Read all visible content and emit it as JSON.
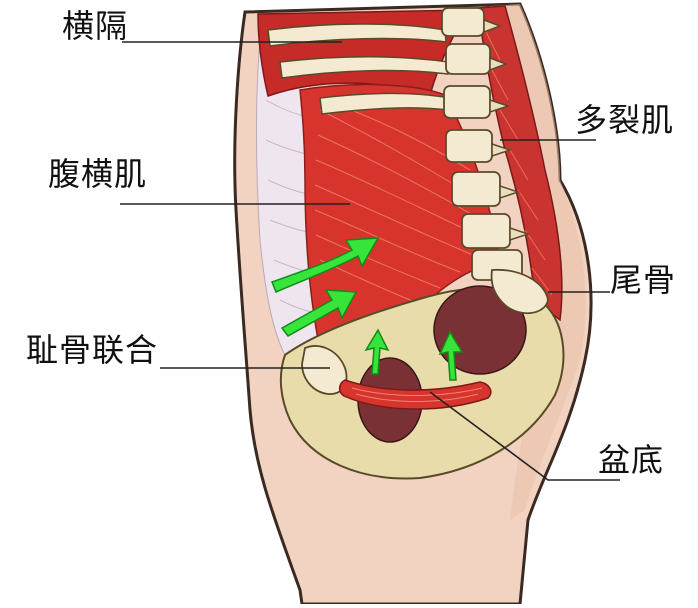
{
  "labels": {
    "diaphragm": "横隔",
    "transversus_abdominis": "腹横肌",
    "multifidus": "多裂肌",
    "coccyx": "尾骨",
    "pubic_symphysis": "耻骨联合",
    "pelvic_floor": "盆底"
  },
  "icons": {
    "arrow": "arrow-icon"
  },
  "colors": {
    "skin": "#f2d3c1",
    "skin_outline": "#3a2a22",
    "muscle": "#d8342e",
    "muscle_light": "#ef6a5b",
    "fascia": "#efe5ef",
    "bone": "#f3ead1",
    "bone_shadow": "#d9cfa7",
    "pelvis": "#e9dcab",
    "cavity": "#7a3136",
    "arrow": "#37e43a",
    "leader": "#222222"
  }
}
